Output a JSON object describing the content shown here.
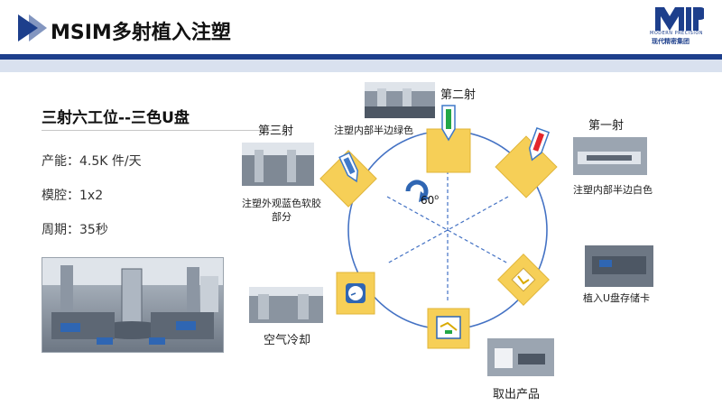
{
  "header": {
    "title": "MSIM多射植入注塑",
    "logo_text": "MIP",
    "logo_sub_en": "MODERN PRECISION",
    "logo_sub_cn": "现代精密集团"
  },
  "left": {
    "subtitle": "三射六工位--三色U盘",
    "specs": [
      {
        "label": "产能：",
        "value": "4.5K 件/天"
      },
      {
        "label": "模腔：",
        "value": "1x2"
      },
      {
        "label": "周期：",
        "value": "35秒"
      }
    ]
  },
  "diagram": {
    "rotation_label": "60",
    "rotation_unit": "o",
    "stations": [
      {
        "name": "第一射",
        "desc": "注塑内部半边白色"
      },
      {
        "name": "第二射",
        "desc": "注塑内部半边绿色"
      },
      {
        "name": "第三射",
        "desc": "注塑外观蓝色软胶部分"
      },
      {
        "name": "植入U盘存储卡"
      },
      {
        "name": "取出产品"
      },
      {
        "name": "空气冷却"
      }
    ]
  },
  "colors": {
    "navy": "#1d3f8c",
    "yellow": "#f6cf57",
    "circle": "#4472c4",
    "red": "#e3262b",
    "green": "#22a746",
    "blue": "#3f79c8"
  }
}
